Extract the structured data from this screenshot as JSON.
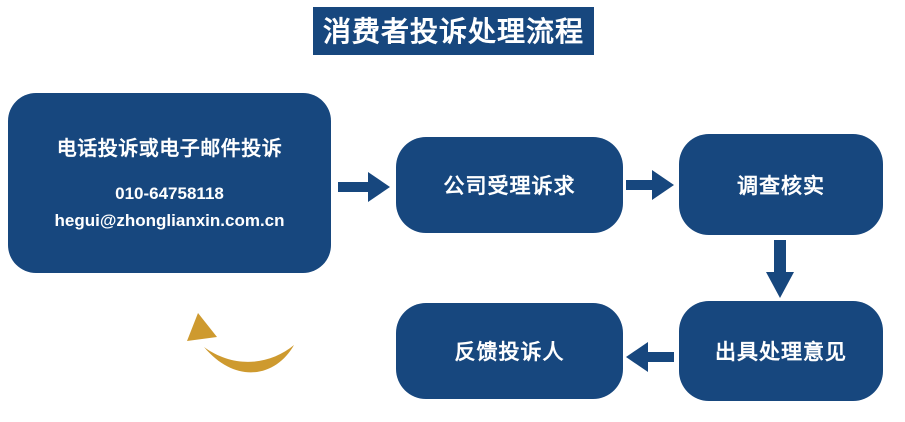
{
  "title": "消费者投诉处理流程",
  "colors": {
    "primary": "#17477E",
    "arrow_gold": "#CE9A2F",
    "text_on_primary": "#FFFFFF"
  },
  "flow": {
    "contact": {
      "heading": "电话投诉或电子邮件投诉",
      "phone": "010-64758118",
      "email": "hegui@zhonglianxin.com.cn"
    },
    "steps": [
      {
        "label": "公司受理诉求"
      },
      {
        "label": "调查核实"
      },
      {
        "label": "出具处理意见"
      },
      {
        "label": "反馈投诉人"
      }
    ]
  }
}
